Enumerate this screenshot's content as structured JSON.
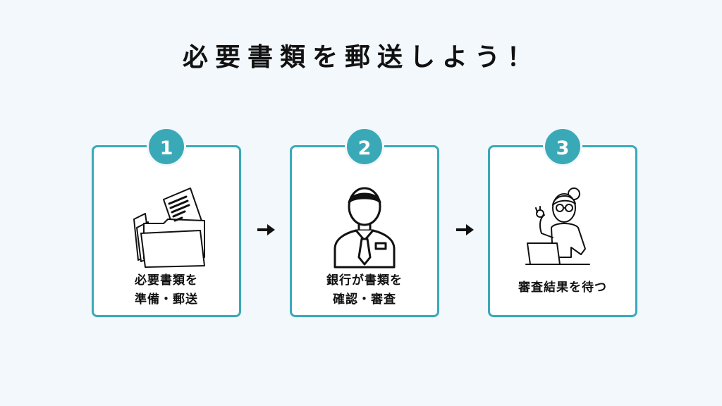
{
  "title": "必要書類を郵送しよう！",
  "accent_color": "#3aa9b7",
  "steps": [
    {
      "number": "1",
      "caption_line1": "必要書類を",
      "caption_line2": "準備・郵送",
      "icon": "documents-folder-icon"
    },
    {
      "number": "2",
      "caption_line1": "銀行が書類を",
      "caption_line2": "確認・審査",
      "icon": "bank-clerk-icon"
    },
    {
      "number": "3",
      "caption_line1": "審査結果を待つ",
      "icon": "woman-laptop-icon"
    }
  ],
  "connectors": [
    "arrow-right-icon",
    "arrow-right-icon"
  ]
}
